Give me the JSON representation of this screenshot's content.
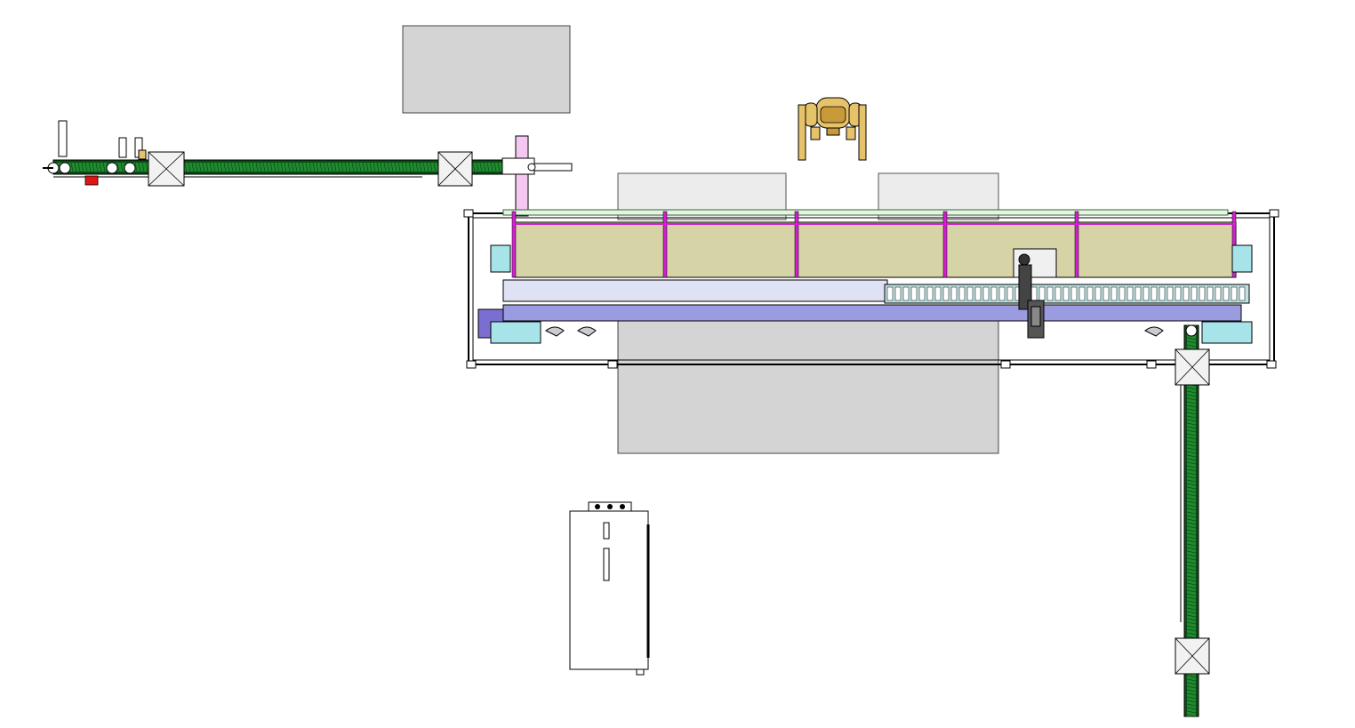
{
  "colors": {
    "background": "#ffffff",
    "outline": "#000000",
    "panel_gray": "#d4d4d4",
    "panel_light": "#ececec",
    "conveyor_green": "#1f8a2e",
    "conveyor_dark": "#0c4d17",
    "frame_magenta": "#d21fd0",
    "bin_khaki": "#d6d4a6",
    "rail_lavender": "#9b9be0",
    "rail_pale": "#dfe2f5",
    "slot_teal": "#bfe2e2",
    "pink_post": "#f4c8f0",
    "robot_gold": "#e6c36a",
    "robot_shade": "#c89a3a",
    "alarm_red": "#e01616",
    "bracket_cyan": "#a7e4ea",
    "purple_clamp": "#7a6fd0"
  },
  "icons": {
    "robot": "gantry-robot-icon",
    "electrical_cabinet": "control-cabinet-icon"
  },
  "components": {
    "infeed_conveyor": "infeed-conveyor",
    "outfeed_conveyor": "outfeed-conveyor",
    "storage_rack": "storage-rack",
    "gantry": "gantry-carriage"
  }
}
